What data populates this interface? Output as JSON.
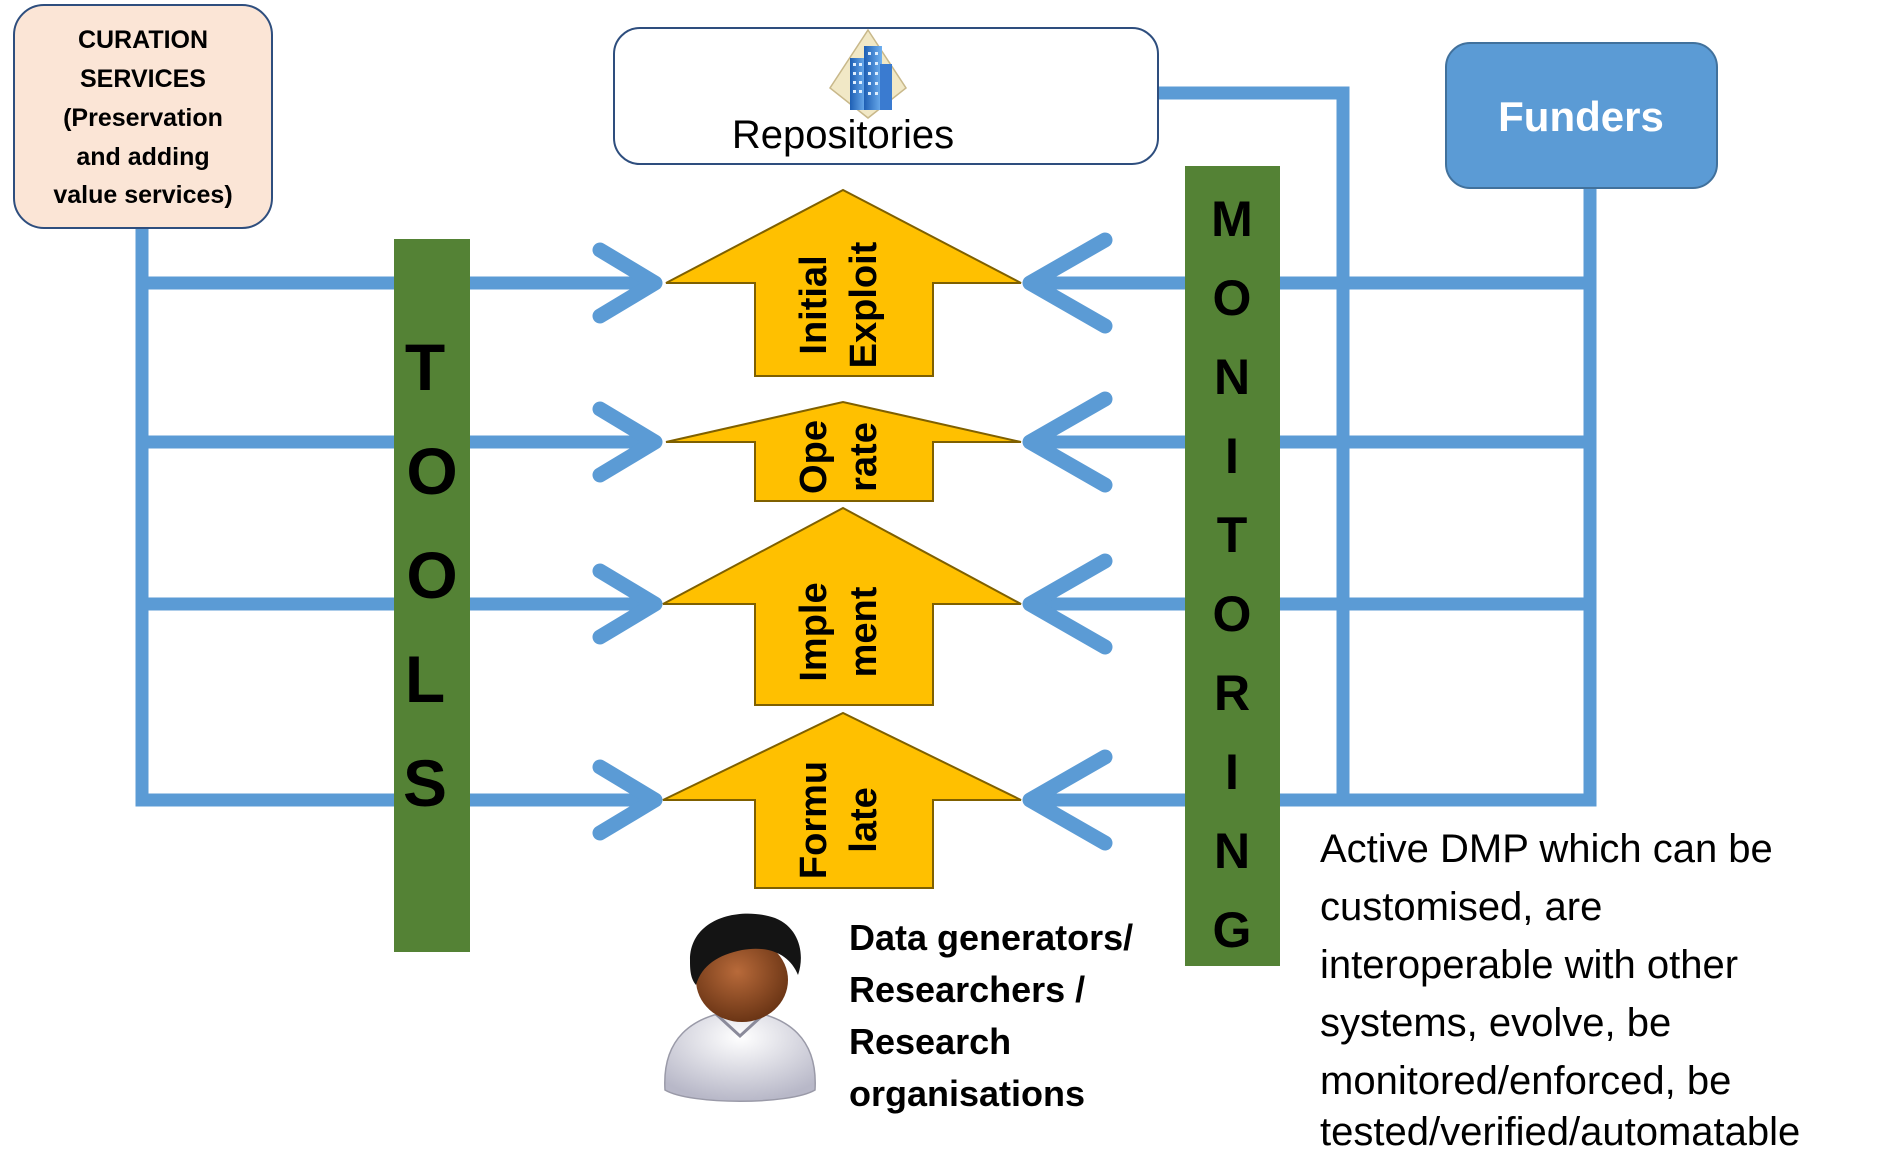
{
  "curation_box": {
    "lines": [
      "CURATION",
      "SERVICES",
      "(Preservation",
      "and adding",
      "value services)"
    ]
  },
  "repositories": {
    "label": "Repositories",
    "icon": "building-icon"
  },
  "funders": {
    "label": "Funders"
  },
  "tools": {
    "letters": [
      "T",
      "O",
      "O",
      "L",
      "S"
    ]
  },
  "monitoring": {
    "letters": [
      "M",
      "O",
      "N",
      "I",
      "T",
      "O",
      "R",
      "I",
      "N",
      "G"
    ]
  },
  "stages": [
    {
      "line1": "Initial",
      "line2": "Exploit"
    },
    {
      "line1": "Ope",
      "line2": "rate"
    },
    {
      "line1": "Imple",
      "line2": "ment"
    },
    {
      "line1": "Formu",
      "line2": "late"
    }
  ],
  "researchers": {
    "lines": [
      "Data generators/",
      "Researchers /",
      "Research",
      "organisations"
    ],
    "icon": "person-icon"
  },
  "active_dmp": {
    "lines": [
      "Active DMP which can be",
      "customised, are",
      "interoperable with other",
      "systems, evolve, be",
      "monitored/enforced, be",
      "tested/verified/automatable"
    ]
  },
  "colors": {
    "connector": "#5b9bd5",
    "stage_arrow": "#ffc000",
    "green_bar": "#548235",
    "curation_fill": "#fbe5d6",
    "funders_fill": "#5b9bd5"
  }
}
